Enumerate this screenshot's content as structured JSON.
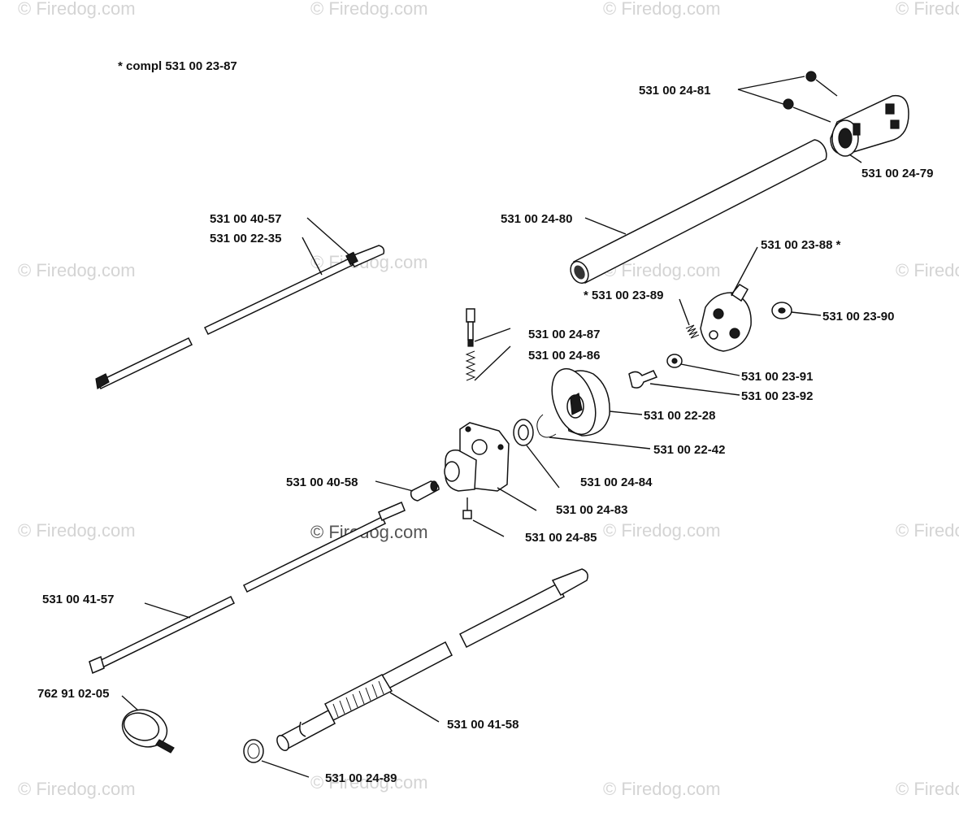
{
  "watermark": "© Firedog.com",
  "note": "* compl 531 00 23-87",
  "labels": {
    "p_24_81": "531 00 24-81",
    "p_24_79": "531 00 24-79",
    "p_24_80": "531 00 24-80",
    "p_40_57": "531 00 40-57",
    "p_22_35": "531 00 22-35",
    "p_23_88": "531 00 23-88  *",
    "p_23_89": "* 531 00 23-89",
    "p_23_90": "531 00 23-90",
    "p_24_87": "531 00 24-87",
    "p_24_86": "531 00 24-86",
    "p_23_91": "531 00 23-91",
    "p_23_92": "531 00 23-92",
    "p_22_28": "531 00 22-28",
    "p_22_42": "531 00 22-42",
    "p_40_58": "531 00 40-58",
    "p_24_84": "531 00 24-84",
    "p_24_83": "531 00 24-83",
    "p_24_85": "531 00 24-85",
    "p_41_57": "531 00 41-57",
    "p_91_05": "762 91 02-05",
    "p_41_58": "531 00 41-58",
    "p_24_89": "531 00 24-89"
  }
}
